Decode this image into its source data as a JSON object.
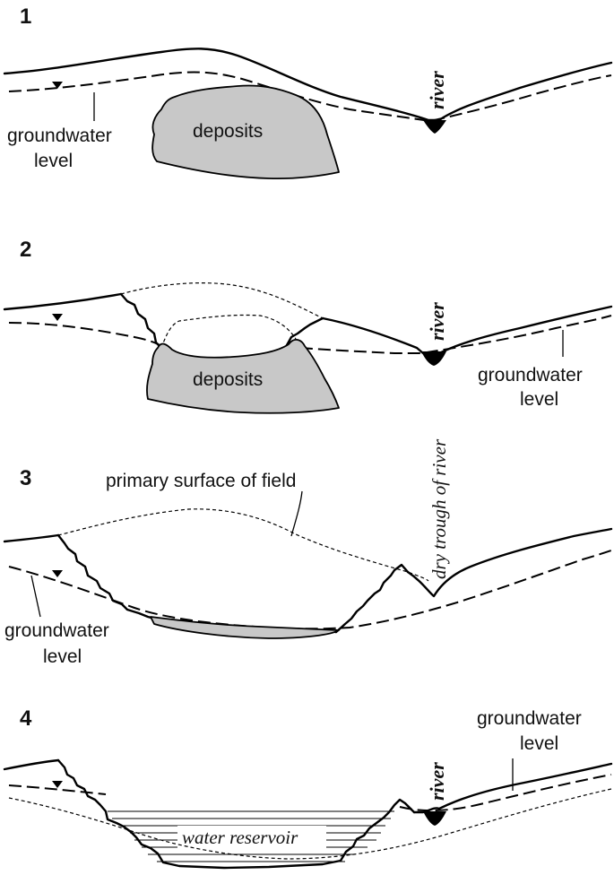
{
  "panels": [
    {
      "number": "1",
      "labels": {
        "river": "river",
        "groundwater_line1": "groundwater",
        "groundwater_line2": "level",
        "deposits": "deposits"
      }
    },
    {
      "number": "2",
      "labels": {
        "river": "river",
        "deposits": "deposits",
        "groundwater_line1": "groundwater",
        "groundwater_line2": "level"
      }
    },
    {
      "number": "3",
      "labels": {
        "primary_surface": "primary surface of field",
        "dry_trough": "dry trough of river",
        "groundwater_line1": "groundwater",
        "groundwater_line2": "level"
      }
    },
    {
      "number": "4",
      "labels": {
        "groundwater_line1": "groundwater",
        "groundwater_line2": "level",
        "river": "river",
        "water_reservoir": "water reservoir"
      }
    }
  ]
}
